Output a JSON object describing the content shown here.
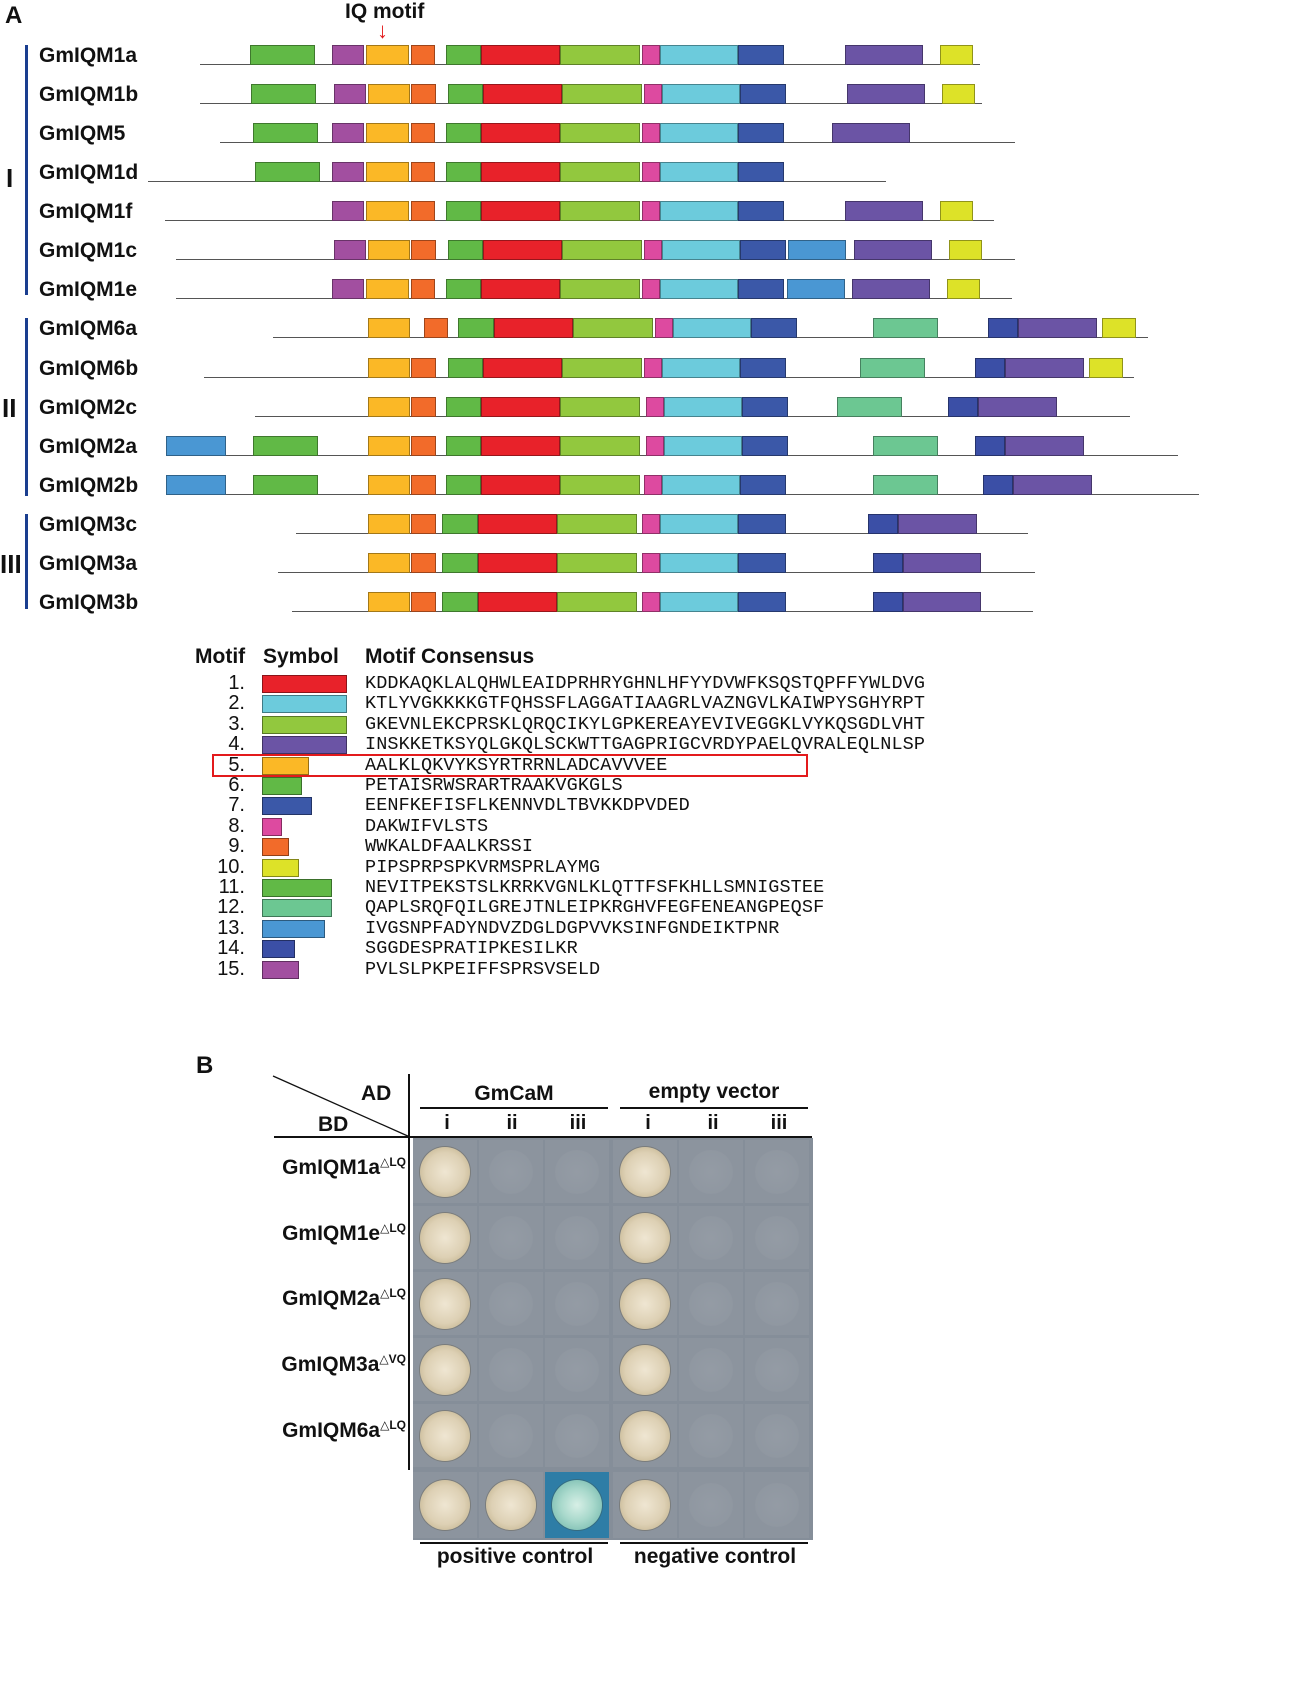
{
  "panelA": {
    "label": "A",
    "iq_motif_label": "IQ motif",
    "arrow_glyph": "↓",
    "groups": [
      {
        "label": "I"
      },
      {
        "label": "II"
      },
      {
        "label": "III"
      }
    ],
    "genes": [
      {
        "name": "GmIQM1a",
        "backbone": [
          200,
          980
        ],
        "boxes": [
          [
            250,
            315,
            "m6"
          ],
          [
            332,
            364,
            "m15"
          ],
          [
            366,
            409,
            "m5"
          ],
          [
            411,
            435,
            "m9"
          ],
          [
            446,
            481,
            "m6"
          ],
          [
            481,
            560,
            "m1"
          ],
          [
            560,
            640,
            "m3"
          ],
          [
            642,
            660,
            "m8"
          ],
          [
            660,
            738,
            "m2"
          ],
          [
            738,
            784,
            "m7"
          ],
          [
            845,
            923,
            "m4"
          ],
          [
            940,
            973,
            "m10"
          ]
        ]
      },
      {
        "name": "GmIQM1b",
        "backbone": [
          200,
          982
        ],
        "boxes": [
          [
            251,
            316,
            "m6"
          ],
          [
            334,
            366,
            "m15"
          ],
          [
            368,
            410,
            "m5"
          ],
          [
            411,
            436,
            "m9"
          ],
          [
            448,
            483,
            "m6"
          ],
          [
            483,
            562,
            "m1"
          ],
          [
            562,
            642,
            "m3"
          ],
          [
            644,
            662,
            "m8"
          ],
          [
            662,
            740,
            "m2"
          ],
          [
            740,
            786,
            "m7"
          ],
          [
            847,
            925,
            "m4"
          ],
          [
            942,
            975,
            "m10"
          ]
        ]
      },
      {
        "name": "GmIQM5",
        "backbone": [
          220,
          1015
        ],
        "boxes": [
          [
            253,
            318,
            "m6"
          ],
          [
            332,
            364,
            "m15"
          ],
          [
            366,
            409,
            "m5"
          ],
          [
            411,
            435,
            "m9"
          ],
          [
            446,
            481,
            "m6"
          ],
          [
            481,
            560,
            "m1"
          ],
          [
            560,
            640,
            "m3"
          ],
          [
            642,
            660,
            "m8"
          ],
          [
            660,
            738,
            "m2"
          ],
          [
            738,
            784,
            "m7"
          ],
          [
            832,
            910,
            "m4"
          ]
        ]
      },
      {
        "name": "GmIQM1d",
        "backbone": [
          148,
          886
        ],
        "boxes": [
          [
            255,
            320,
            "m6"
          ],
          [
            332,
            364,
            "m15"
          ],
          [
            366,
            409,
            "m5"
          ],
          [
            411,
            435,
            "m9"
          ],
          [
            446,
            481,
            "m6"
          ],
          [
            481,
            560,
            "m1"
          ],
          [
            560,
            640,
            "m3"
          ],
          [
            642,
            660,
            "m8"
          ],
          [
            660,
            738,
            "m2"
          ],
          [
            738,
            784,
            "m7"
          ]
        ]
      },
      {
        "name": "GmIQM1f",
        "backbone": [
          165,
          994
        ],
        "boxes": [
          [
            332,
            364,
            "m15"
          ],
          [
            366,
            409,
            "m5"
          ],
          [
            411,
            435,
            "m9"
          ],
          [
            446,
            481,
            "m6"
          ],
          [
            481,
            560,
            "m1"
          ],
          [
            560,
            640,
            "m3"
          ],
          [
            642,
            660,
            "m8"
          ],
          [
            660,
            738,
            "m2"
          ],
          [
            738,
            784,
            "m7"
          ],
          [
            845,
            923,
            "m4"
          ],
          [
            940,
            973,
            "m10"
          ]
        ]
      },
      {
        "name": "GmIQM1c",
        "backbone": [
          176,
          1015
        ],
        "boxes": [
          [
            334,
            366,
            "m15"
          ],
          [
            368,
            410,
            "m5"
          ],
          [
            411,
            436,
            "m9"
          ],
          [
            448,
            483,
            "m6"
          ],
          [
            483,
            562,
            "m1"
          ],
          [
            562,
            642,
            "m3"
          ],
          [
            644,
            662,
            "m8"
          ],
          [
            662,
            740,
            "m2"
          ],
          [
            740,
            786,
            "m7"
          ],
          [
            788,
            846,
            "m13"
          ],
          [
            854,
            932,
            "m4"
          ],
          [
            949,
            982,
            "m10"
          ]
        ]
      },
      {
        "name": "GmIQM1e",
        "backbone": [
          176,
          1012
        ],
        "boxes": [
          [
            332,
            364,
            "m15"
          ],
          [
            366,
            409,
            "m5"
          ],
          [
            411,
            435,
            "m9"
          ],
          [
            446,
            481,
            "m6"
          ],
          [
            481,
            560,
            "m1"
          ],
          [
            560,
            640,
            "m3"
          ],
          [
            642,
            660,
            "m8"
          ],
          [
            660,
            738,
            "m2"
          ],
          [
            738,
            784,
            "m7"
          ],
          [
            787,
            845,
            "m13"
          ],
          [
            852,
            930,
            "m4"
          ],
          [
            947,
            980,
            "m10"
          ]
        ]
      },
      {
        "name": "GmIQM6a",
        "backbone": [
          273,
          1148
        ],
        "boxes": [
          [
            368,
            410,
            "m5"
          ],
          [
            424,
            448,
            "m9"
          ],
          [
            458,
            494,
            "m6"
          ],
          [
            494,
            573,
            "m1"
          ],
          [
            573,
            653,
            "m3"
          ],
          [
            655,
            673,
            "m8"
          ],
          [
            673,
            751,
            "m2"
          ],
          [
            751,
            797,
            "m7"
          ],
          [
            873,
            938,
            "m12"
          ],
          [
            988,
            1018,
            "m14"
          ],
          [
            1018,
            1097,
            "m4"
          ],
          [
            1102,
            1136,
            "m10"
          ]
        ]
      },
      {
        "name": "GmIQM6b",
        "backbone": [
          204,
          1134
        ],
        "boxes": [
          [
            368,
            410,
            "m5"
          ],
          [
            411,
            436,
            "m9"
          ],
          [
            448,
            483,
            "m6"
          ],
          [
            483,
            562,
            "m1"
          ],
          [
            562,
            642,
            "m3"
          ],
          [
            644,
            662,
            "m8"
          ],
          [
            662,
            740,
            "m2"
          ],
          [
            740,
            786,
            "m7"
          ],
          [
            860,
            925,
            "m12"
          ],
          [
            975,
            1005,
            "m14"
          ],
          [
            1005,
            1084,
            "m4"
          ],
          [
            1089,
            1123,
            "m10"
          ]
        ]
      },
      {
        "name": "GmIQM2c",
        "backbone": [
          255,
          1130
        ],
        "boxes": [
          [
            368,
            410,
            "m5"
          ],
          [
            411,
            436,
            "m9"
          ],
          [
            446,
            481,
            "m6"
          ],
          [
            481,
            560,
            "m1"
          ],
          [
            560,
            640,
            "m3"
          ],
          [
            646,
            664,
            "m8"
          ],
          [
            664,
            742,
            "m2"
          ],
          [
            742,
            788,
            "m7"
          ],
          [
            837,
            902,
            "m12"
          ],
          [
            948,
            978,
            "m14"
          ],
          [
            978,
            1057,
            "m4"
          ]
        ]
      },
      {
        "name": "GmIQM2a",
        "backbone": [
          166,
          1178
        ],
        "boxes": [
          [
            166,
            226,
            "m13"
          ],
          [
            253,
            318,
            "m6"
          ],
          [
            368,
            410,
            "m5"
          ],
          [
            411,
            436,
            "m9"
          ],
          [
            446,
            481,
            "m6"
          ],
          [
            481,
            560,
            "m1"
          ],
          [
            560,
            640,
            "m3"
          ],
          [
            646,
            664,
            "m8"
          ],
          [
            664,
            742,
            "m2"
          ],
          [
            742,
            788,
            "m7"
          ],
          [
            873,
            938,
            "m12"
          ],
          [
            975,
            1005,
            "m14"
          ],
          [
            1005,
            1084,
            "m4"
          ]
        ]
      },
      {
        "name": "GmIQM2b",
        "backbone": [
          166,
          1199
        ],
        "boxes": [
          [
            166,
            226,
            "m13"
          ],
          [
            253,
            318,
            "m6"
          ],
          [
            368,
            410,
            "m5"
          ],
          [
            411,
            436,
            "m9"
          ],
          [
            446,
            481,
            "m6"
          ],
          [
            481,
            560,
            "m1"
          ],
          [
            560,
            640,
            "m3"
          ],
          [
            644,
            662,
            "m8"
          ],
          [
            662,
            740,
            "m2"
          ],
          [
            740,
            786,
            "m7"
          ],
          [
            873,
            938,
            "m12"
          ],
          [
            983,
            1013,
            "m14"
          ],
          [
            1013,
            1092,
            "m4"
          ]
        ]
      },
      {
        "name": "GmIQM3c",
        "backbone": [
          296,
          1028
        ],
        "boxes": [
          [
            368,
            410,
            "m5"
          ],
          [
            411,
            436,
            "m9"
          ],
          [
            442,
            478,
            "m6"
          ],
          [
            478,
            557,
            "m1"
          ],
          [
            557,
            637,
            "m3"
          ],
          [
            642,
            660,
            "m8"
          ],
          [
            660,
            738,
            "m2"
          ],
          [
            738,
            786,
            "m7"
          ],
          [
            868,
            898,
            "m14"
          ],
          [
            898,
            977,
            "m4"
          ]
        ]
      },
      {
        "name": "GmIQM3a",
        "backbone": [
          278,
          1035
        ],
        "boxes": [
          [
            368,
            410,
            "m5"
          ],
          [
            411,
            436,
            "m9"
          ],
          [
            442,
            478,
            "m6"
          ],
          [
            478,
            557,
            "m1"
          ],
          [
            557,
            637,
            "m3"
          ],
          [
            642,
            660,
            "m8"
          ],
          [
            660,
            738,
            "m2"
          ],
          [
            738,
            786,
            "m7"
          ],
          [
            873,
            903,
            "m14"
          ],
          [
            903,
            981,
            "m4"
          ]
        ]
      },
      {
        "name": "GmIQM3b",
        "backbone": [
          292,
          1033
        ],
        "boxes": [
          [
            368,
            410,
            "m5"
          ],
          [
            411,
            436,
            "m9"
          ],
          [
            442,
            478,
            "m6"
          ],
          [
            478,
            557,
            "m1"
          ],
          [
            557,
            637,
            "m3"
          ],
          [
            642,
            660,
            "m8"
          ],
          [
            660,
            738,
            "m2"
          ],
          [
            738,
            786,
            "m7"
          ],
          [
            873,
            903,
            "m14"
          ],
          [
            903,
            981,
            "m4"
          ]
        ]
      }
    ],
    "motif_table": {
      "header_motif": "Motif",
      "header_symbol": "Symbol",
      "header_consensus": "Motif Consensus",
      "rows": [
        {
          "num": "1.",
          "key": "m1",
          "seq": "KDDKAQKLALQHWLEAIDPRHRYGHNLHFYYDVWFKSQSTQPFFYWLDVG"
        },
        {
          "num": "2.",
          "key": "m2",
          "seq": "KTLYVGKKKKGTFQHSSFLAGGATIAAGRLVAZNGVLKAIWPYSGHYRPT"
        },
        {
          "num": "3.",
          "key": "m3",
          "seq": "GKEVNLEKCPRSKLQRQCIKYLGPKEREAYEVIVEGGKLVYKQSGDLVHT"
        },
        {
          "num": "4.",
          "key": "m4",
          "seq": "INSKKETKSYQLGKQLSCKWTTGAGPRIGCVRDYPAELQVRALEQLNLSP"
        },
        {
          "num": "5.",
          "key": "m5",
          "seq": "AALKLQKVYKSYRTRRNLADCAVVVEE"
        },
        {
          "num": "6.",
          "key": "m6",
          "seq": "PETAISRWSRARTRAAKVGKGLS"
        },
        {
          "num": "7.",
          "key": "m7",
          "seq": "EENFKEFISFLKENNVDLTBVKKDPVDED"
        },
        {
          "num": "8.",
          "key": "m8",
          "seq": "DAKWIFVLSTS"
        },
        {
          "num": "9.",
          "key": "m9",
          "seq": "WWKALDFAALKRSSI"
        },
        {
          "num": "10.",
          "key": "m10",
          "seq": "PIPSPRPSPKVRMSPRLAYMG"
        },
        {
          "num": "11.",
          "key": "m11",
          "seq": "NEVITPEKSTSLKRRKVGNLKLQTTFSFKHLLSMNIGSTEE"
        },
        {
          "num": "12.",
          "key": "m12",
          "seq": "QAPLSRQFQILGREJTNLEIPKRGHVFEGFENEANGPEQSF"
        },
        {
          "num": "13.",
          "key": "m13",
          "seq": "IVGSNPFADYNDVZDGLDGPVVKSINFGNDEIKTPNR"
        },
        {
          "num": "14.",
          "key": "m14",
          "seq": "SGGDESPRATIPKESILKR"
        },
        {
          "num": "15.",
          "key": "m15",
          "seq": "PVLSLPKPEIFFSPRSVSELD"
        }
      ]
    },
    "colors": {
      "m1": "#e8222a",
      "m2": "#6ccbdc",
      "m3": "#92c83e",
      "m4": "#6b54a5",
      "m5": "#fbb826",
      "m6": "#61b946",
      "m7": "#3b58a8",
      "m8": "#dd4aa0",
      "m9": "#f26b2a",
      "m10": "#dde228",
      "m11": "#61b946",
      "m12": "#6cc792",
      "m13": "#4a97d3",
      "m14": "#3b4fa6",
      "m15": "#a24fa0"
    }
  },
  "panelB": {
    "label": "B",
    "ad_label": "AD",
    "bd_label": "BD",
    "gmcam_label": "GmCaM",
    "empty_vector_label": "empty vector",
    "dilutions": [
      "i",
      "ii",
      "iii",
      "i",
      "ii",
      "iii"
    ],
    "rows": [
      {
        "name": "GmIQM1a",
        "sup": "△LQ",
        "growth": [
          "grow",
          "faint",
          "faint",
          "grow",
          "faint",
          "faint"
        ]
      },
      {
        "name": "GmIQM1e",
        "sup": "△LQ",
        "growth": [
          "grow",
          "faint",
          "faint",
          "grow",
          "faint",
          "faint"
        ]
      },
      {
        "name": "GmIQM2a",
        "sup": "△LQ",
        "growth": [
          "grow",
          "faint",
          "faint",
          "grow",
          "faint",
          "faint"
        ]
      },
      {
        "name": "GmIQM3a",
        "sup": "△VQ",
        "growth": [
          "grow",
          "faint",
          "faint",
          "grow",
          "faint",
          "faint"
        ]
      },
      {
        "name": "GmIQM6a",
        "sup": "△LQ",
        "growth": [
          "grow",
          "faint",
          "faint",
          "grow",
          "faint",
          "faint"
        ]
      }
    ],
    "control_growth": [
      "grow",
      "grow",
      "blue",
      "grow",
      "faint",
      "faint"
    ],
    "positive_control_label": "positive control",
    "negative_control_label": "negative control"
  }
}
